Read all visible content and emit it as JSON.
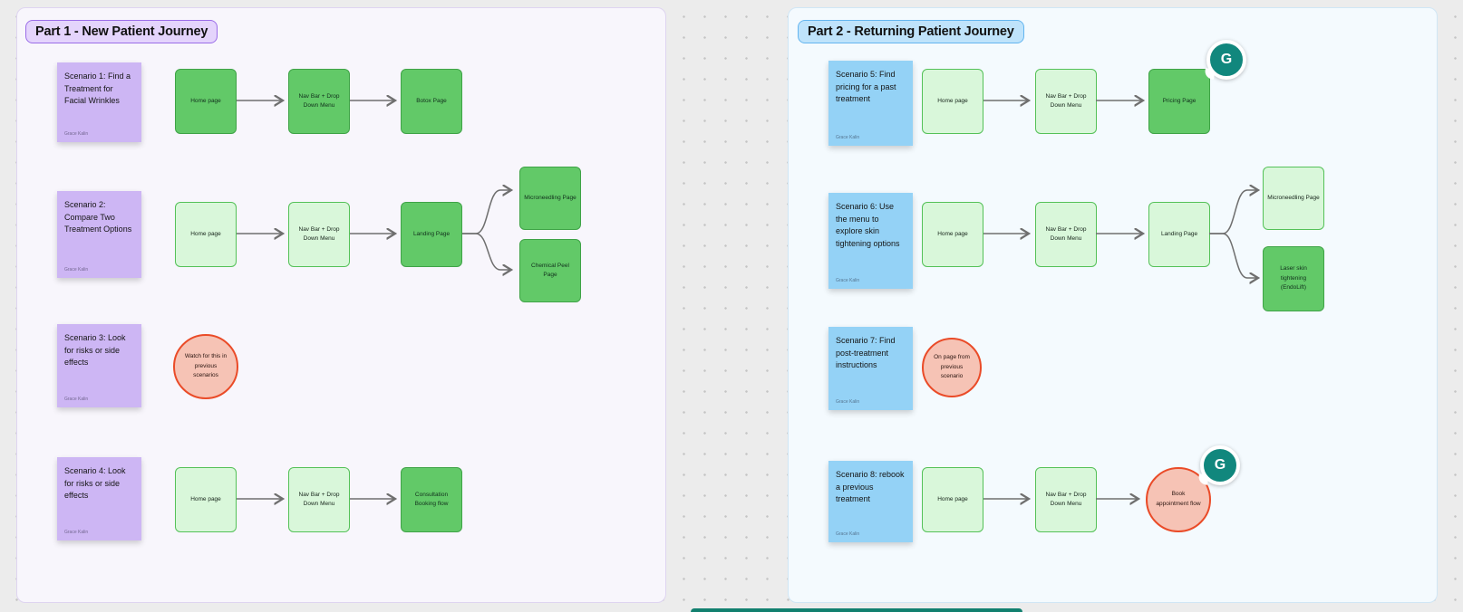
{
  "collaborator": {
    "initial": "G"
  },
  "part1": {
    "title": "Part 1 - New Patient Journey",
    "stickies": [
      {
        "text": "Scenario 1: Find a Treatment for Facial Wrinkles",
        "author": "Grace Kalin"
      },
      {
        "text": "Scenario 2: Compare Two Treatment Options",
        "author": "Grace Kalin"
      },
      {
        "text": "Scenario 3: Look for risks or side effects",
        "author": "Grace Kalin"
      },
      {
        "text": "Scenario 4: Look for risks or side effects",
        "author": "Grace Kalin"
      }
    ],
    "flow1": [
      "Home page",
      "Nav Bar + Drop Down Menu",
      "Botox Page"
    ],
    "flow2": [
      "Home page",
      "Nav Bar + Drop Down Menu",
      "Landing Page",
      "Microneedling Page",
      "Chemical Peel Page"
    ],
    "callout3": "Watch for this in previous scenarios",
    "flow4": [
      "Home page",
      "Nav Bar + Drop Down Menu",
      "Consultation Booking flow"
    ]
  },
  "part2": {
    "title": "Part 2 - Returning Patient Journey",
    "stickies": [
      {
        "text": "Scenario 5: Find pricing for a past treatment",
        "author": "Grace Kalin"
      },
      {
        "text": "Scenario 6: Use the menu to explore skin tightening options",
        "author": "Grace Kalin"
      },
      {
        "text": "Scenario 7: Find post-treatment instructions",
        "author": "Grace Kalin"
      },
      {
        "text": "Scenario 8: rebook a previous treatment",
        "author": "Grace Kalin"
      }
    ],
    "flow5": [
      "Home page",
      "Nav Bar + Drop Down Menu",
      "Pricing Page"
    ],
    "flow6": [
      "Home page",
      "Nav Bar + Drop Down Menu",
      "Landing Page",
      "Microneedling Page",
      "Laser skin tightening (EndoLift)"
    ],
    "callout7": "On page from previous scenario",
    "flow8": [
      "Home page",
      "Nav Bar + Drop Down Menu"
    ],
    "callout8": "Book appointment flow"
  },
  "colors": {
    "canvas_bg": "#ececec",
    "panel1_bg": "#f8f6fc",
    "panel2_bg": "#f4fafe",
    "badge_purple_fill": "#e4d4fc",
    "badge_purple_border": "#9b6de8",
    "badge_blue_fill": "#bfe3fb",
    "badge_blue_border": "#64b5ef",
    "sticky_purple": "#cdb6f4",
    "sticky_blue": "#94d2f6",
    "box_green_light": "#d9f7da",
    "box_green_light_border": "#54c158",
    "box_green_medium": "#62c968",
    "box_green_medium_border": "#3fa347",
    "callout_fill": "#f6c3b5",
    "callout_border": "#ea4b28",
    "avatar_teal": "#11877d",
    "connector_gray": "#6f6f6f"
  }
}
